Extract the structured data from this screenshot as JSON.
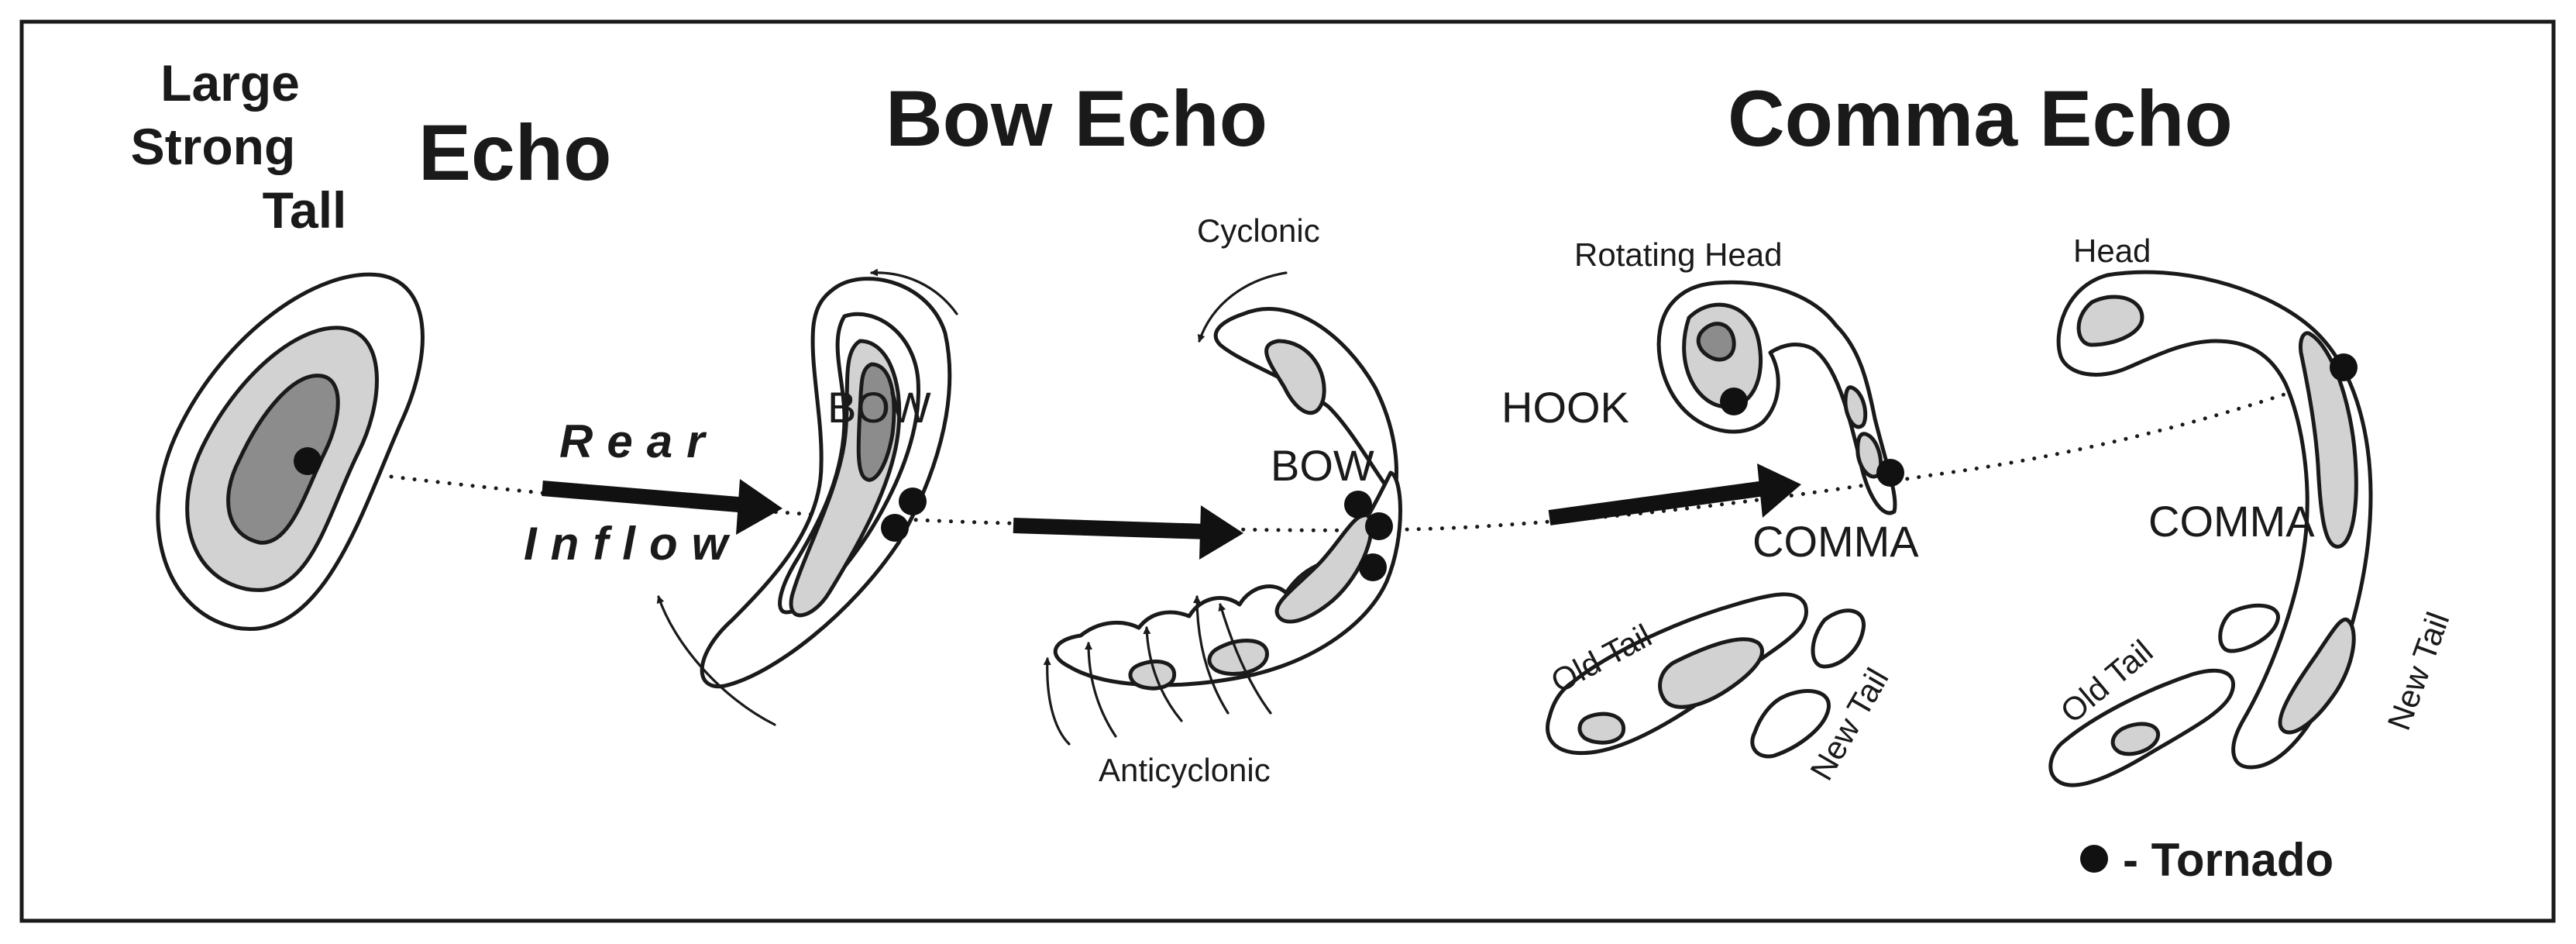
{
  "titles": {
    "echo": "Echo",
    "bow_echo": "Bow Echo",
    "comma_echo": "Comma Echo"
  },
  "echo_attributes": [
    "Large",
    "Strong",
    "Tall"
  ],
  "labels": {
    "rear": "Rear",
    "inflow": "Inflow",
    "bow_1": "BOW",
    "bow_2": "BOW",
    "cyclonic": "Cyclonic",
    "anticyclonic": "Anticyclonic",
    "rotating_head": "Rotating Head",
    "hook": "HOOK",
    "comma_1": "COMMA",
    "old_tail_1": "Old Tail",
    "new_tail_1": "New Tail",
    "head": "Head",
    "comma_2": "COMMA",
    "old_tail_2": "Old Tail",
    "new_tail_2": "New Tail"
  },
  "legend": {
    "label": "- Tornado"
  },
  "colors": {
    "ink": "#1a1a1a",
    "light_reflectivity": "#d2d2d2",
    "dark_reflectivity": "#8c8c8c",
    "background": "#ffffff"
  }
}
